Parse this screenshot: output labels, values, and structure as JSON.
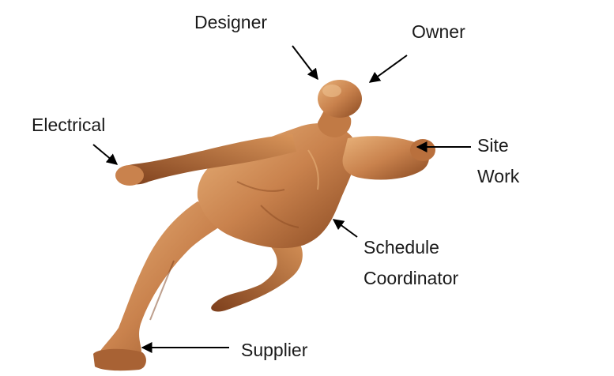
{
  "labels": {
    "designer": "Designer",
    "owner": "Owner",
    "electrical": "Electrical",
    "site_line1": "Site",
    "site_line2": "Work",
    "schedule_line1": "Schedule",
    "schedule_line2": "Coordinator",
    "supplier": "Supplier"
  },
  "colors": {
    "text": "#1a1a1a",
    "arrow": "#000000",
    "figure_base": "#c9824d",
    "figure_shadow": "#8a4a22",
    "figure_highlight": "#e8b27a"
  }
}
